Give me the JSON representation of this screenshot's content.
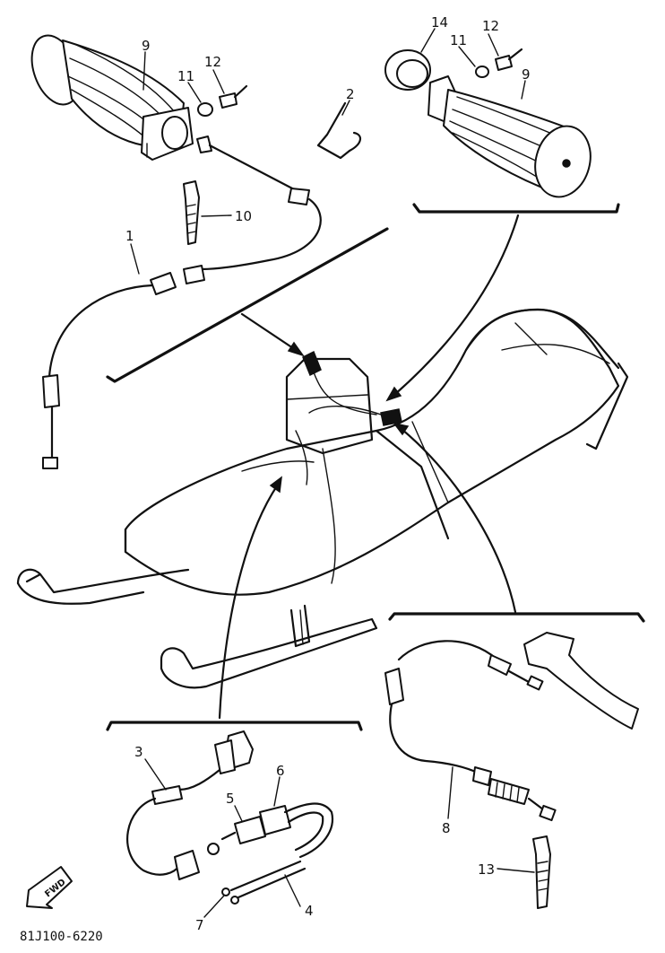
{
  "diagram_code": "81J100-6220",
  "direction_label": "FWD",
  "callouts": {
    "c1": "1",
    "c2": "2",
    "c3": "3",
    "c4": "4",
    "c5": "5",
    "c6": "6",
    "c7": "7",
    "c8": "8",
    "c9_left": "9",
    "c9_right": "9",
    "c10": "10",
    "c11_left": "11",
    "c11_right": "11",
    "c12_left": "12",
    "c12_right": "12",
    "c13": "13",
    "c14": "14"
  },
  "icons": {
    "direction": "fwd-arrow-icon"
  }
}
